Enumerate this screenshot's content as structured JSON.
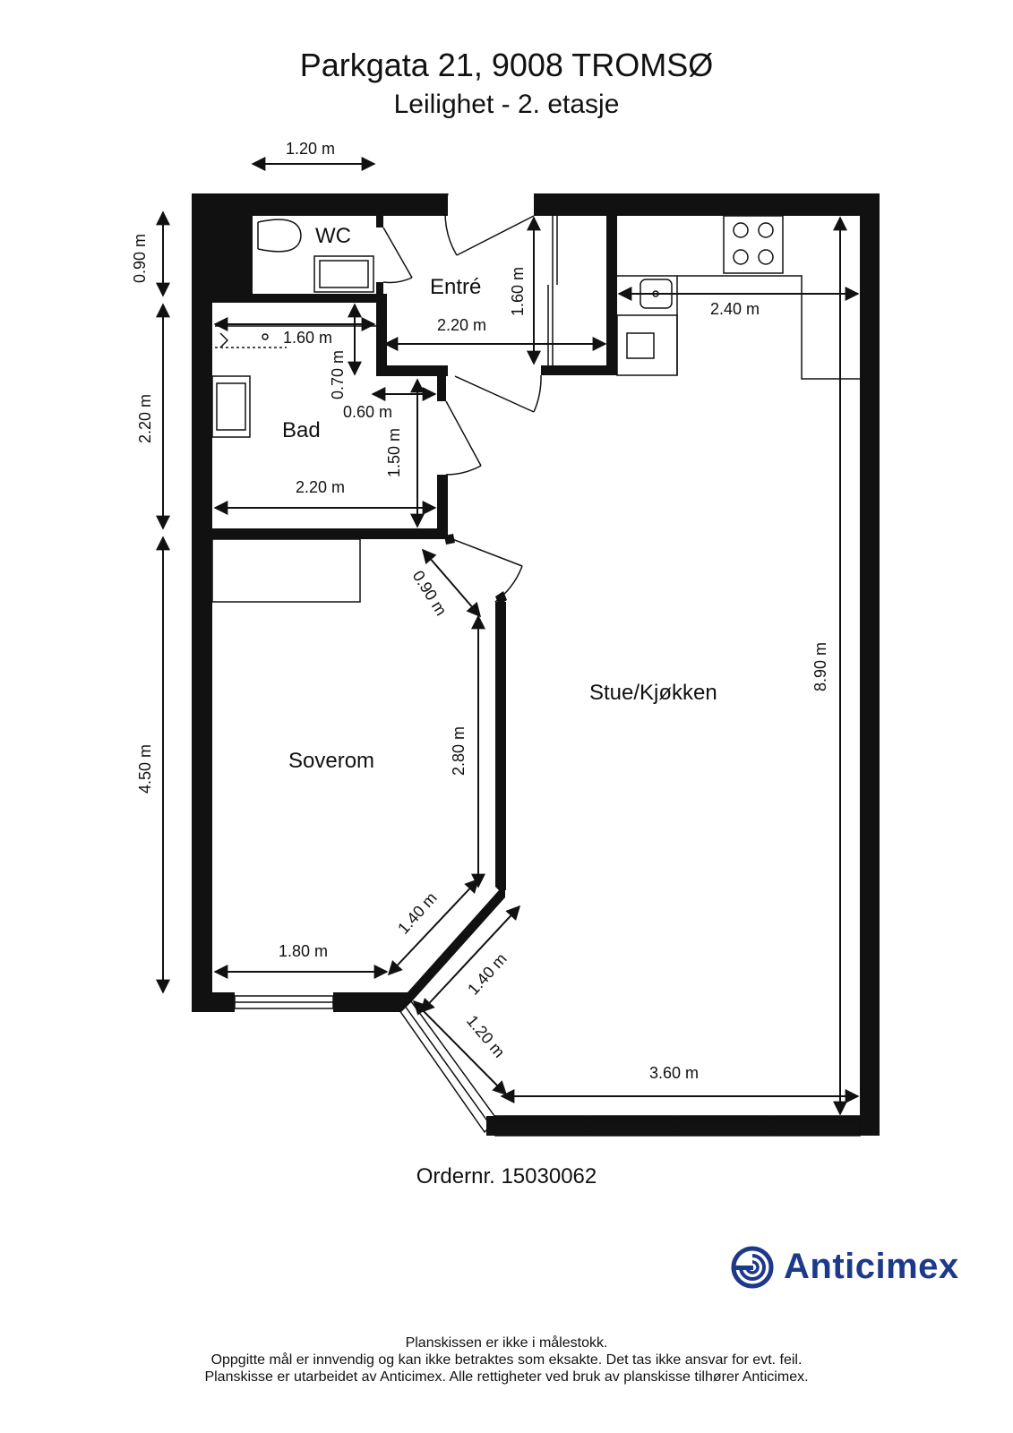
{
  "title": {
    "address": "Parkgata 21, 9008 TROMSØ",
    "subtitle": "Leilighet - 2. etasje"
  },
  "rooms": {
    "wc": "WC",
    "entre": "Entré",
    "bad": "Bad",
    "soverom": "Soverom",
    "stue": "Stue/Kjøkken"
  },
  "dimensions": {
    "top_width": "1.20 m",
    "wc_height": "0.90 m",
    "bad_height": "2.20 m",
    "soverom_height": "4.50 m",
    "bad_shower": "1.60 m",
    "bad_070": "0.70 m",
    "bad_060": "0.60 m",
    "bad_150": "1.50 m",
    "bad_width": "2.20 m",
    "entre_width": "2.20 m",
    "entre_height": "1.60 m",
    "kitchen_240": "2.40 m",
    "stue_height": "8.90 m",
    "door_090": "0.90 m",
    "wall_280": "2.80 m",
    "soverom_diag": "1.40 m",
    "soverom_width": "1.80 m",
    "stue_diag": "1.40 m",
    "window_diag": "1.20 m",
    "stue_width": "3.60 m"
  },
  "order": "Ordernr. 15030062",
  "brand": {
    "name": "Anticimex",
    "color": "#1d3a8a"
  },
  "footer": {
    "line1": "Planskissen er ikke i målestokk.",
    "line2": "Oppgitte mål er innvendig og kan ikke betraktes som eksakte. Det tas ikke ansvar for evt. feil.",
    "line3": "Planskisse er utarbeidet av Anticimex. Alle rettigheter ved bruk av planskisse tilhører Anticimex."
  }
}
